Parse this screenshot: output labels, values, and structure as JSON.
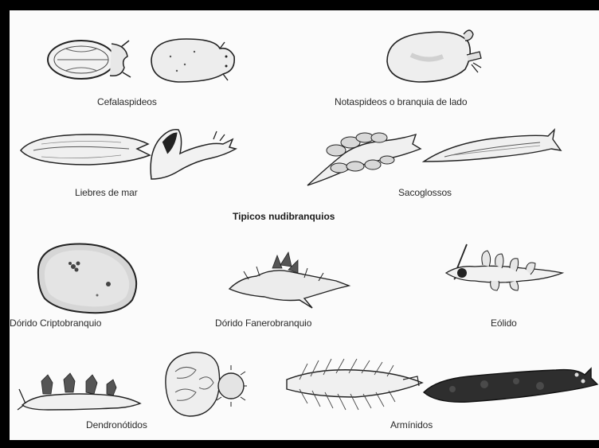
{
  "labels": {
    "cefalaspideos": "Cefalaspideos",
    "notaspideos": "Notaspideos o branquia de lado",
    "liebres": "Liebres de mar",
    "sacoglossos": "Sacoglossos",
    "heading": "Tipicos nudibranquios",
    "dorido_cripto": "Dórido Criptobranquio",
    "dorido_fanero": "Dórido Fanerobranquio",
    "eolido": "Eólido",
    "dendronotidos": "Dendronótidos",
    "arminidos": "Armínidos"
  },
  "colors": {
    "frame": "#000000",
    "panel": "#fbfbfb",
    "ink": "#2a2a2a"
  }
}
